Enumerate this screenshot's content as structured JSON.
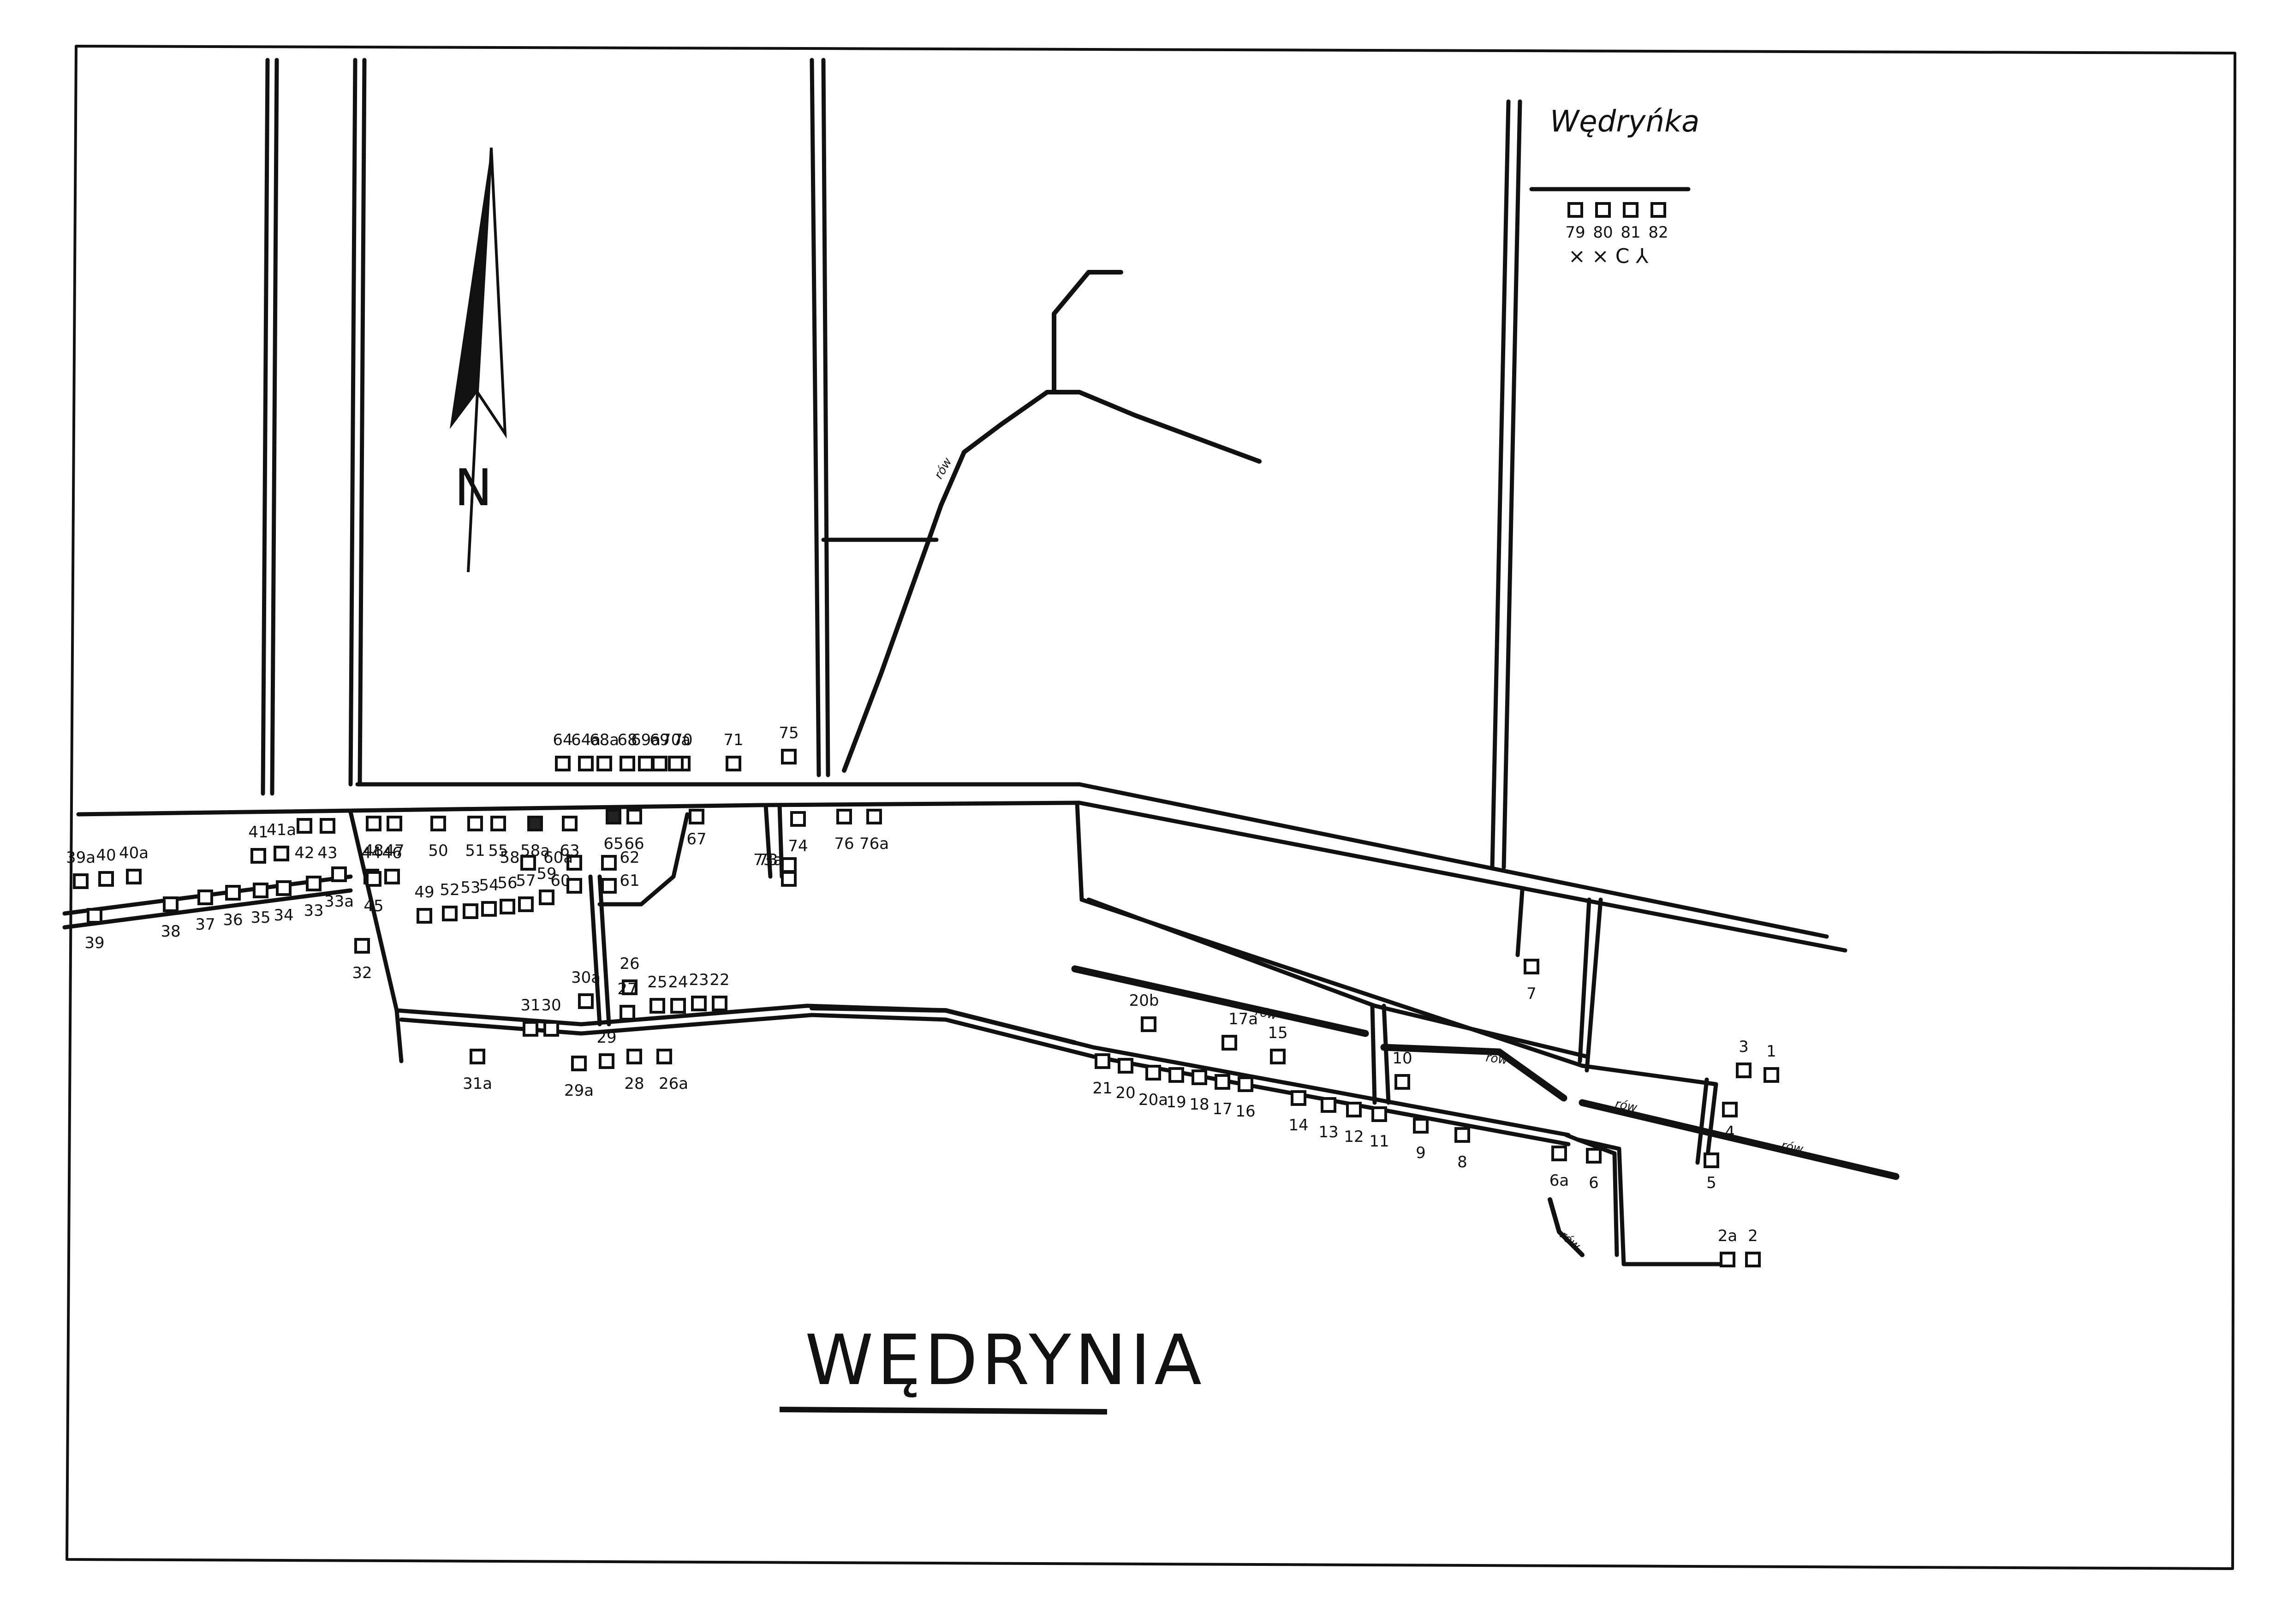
{
  "title": "WĘDRYNIA",
  "place_label": "Wędryńka",
  "north_label": "N",
  "ditch_label": "rów",
  "marks_label": "× × C ⅄",
  "houses": [
    "1",
    "2",
    "2a",
    "3",
    "4",
    "5",
    "6",
    "6a",
    "7",
    "8",
    "9",
    "10",
    "11",
    "12",
    "13",
    "14",
    "15",
    "16",
    "17",
    "17a",
    "18",
    "19",
    "20",
    "20a",
    "20b",
    "21",
    "22",
    "23",
    "24",
    "25",
    "26",
    "26a",
    "27",
    "28",
    "29",
    "29a",
    "30",
    "30a",
    "31",
    "31a",
    "32",
    "33",
    "33a",
    "34",
    "35",
    "36",
    "37",
    "38",
    "39",
    "39a",
    "40",
    "40a",
    "41",
    "41a",
    "42",
    "43",
    "44",
    "45",
    "46",
    "47",
    "48",
    "49",
    "50",
    "51",
    "52",
    "53",
    "54",
    "55",
    "56",
    "57",
    "58",
    "58a",
    "59",
    "60",
    "60a",
    "61",
    "62",
    "63",
    "64",
    "64a",
    "65",
    "66",
    "67",
    "68",
    "68a",
    "69",
    "69a",
    "70",
    "70a",
    "71",
    "73",
    "73a",
    "74",
    "75",
    "76",
    "76a",
    "79",
    "80",
    "81",
    "82"
  ],
  "dark_houses": [
    "58a",
    "65"
  ]
}
